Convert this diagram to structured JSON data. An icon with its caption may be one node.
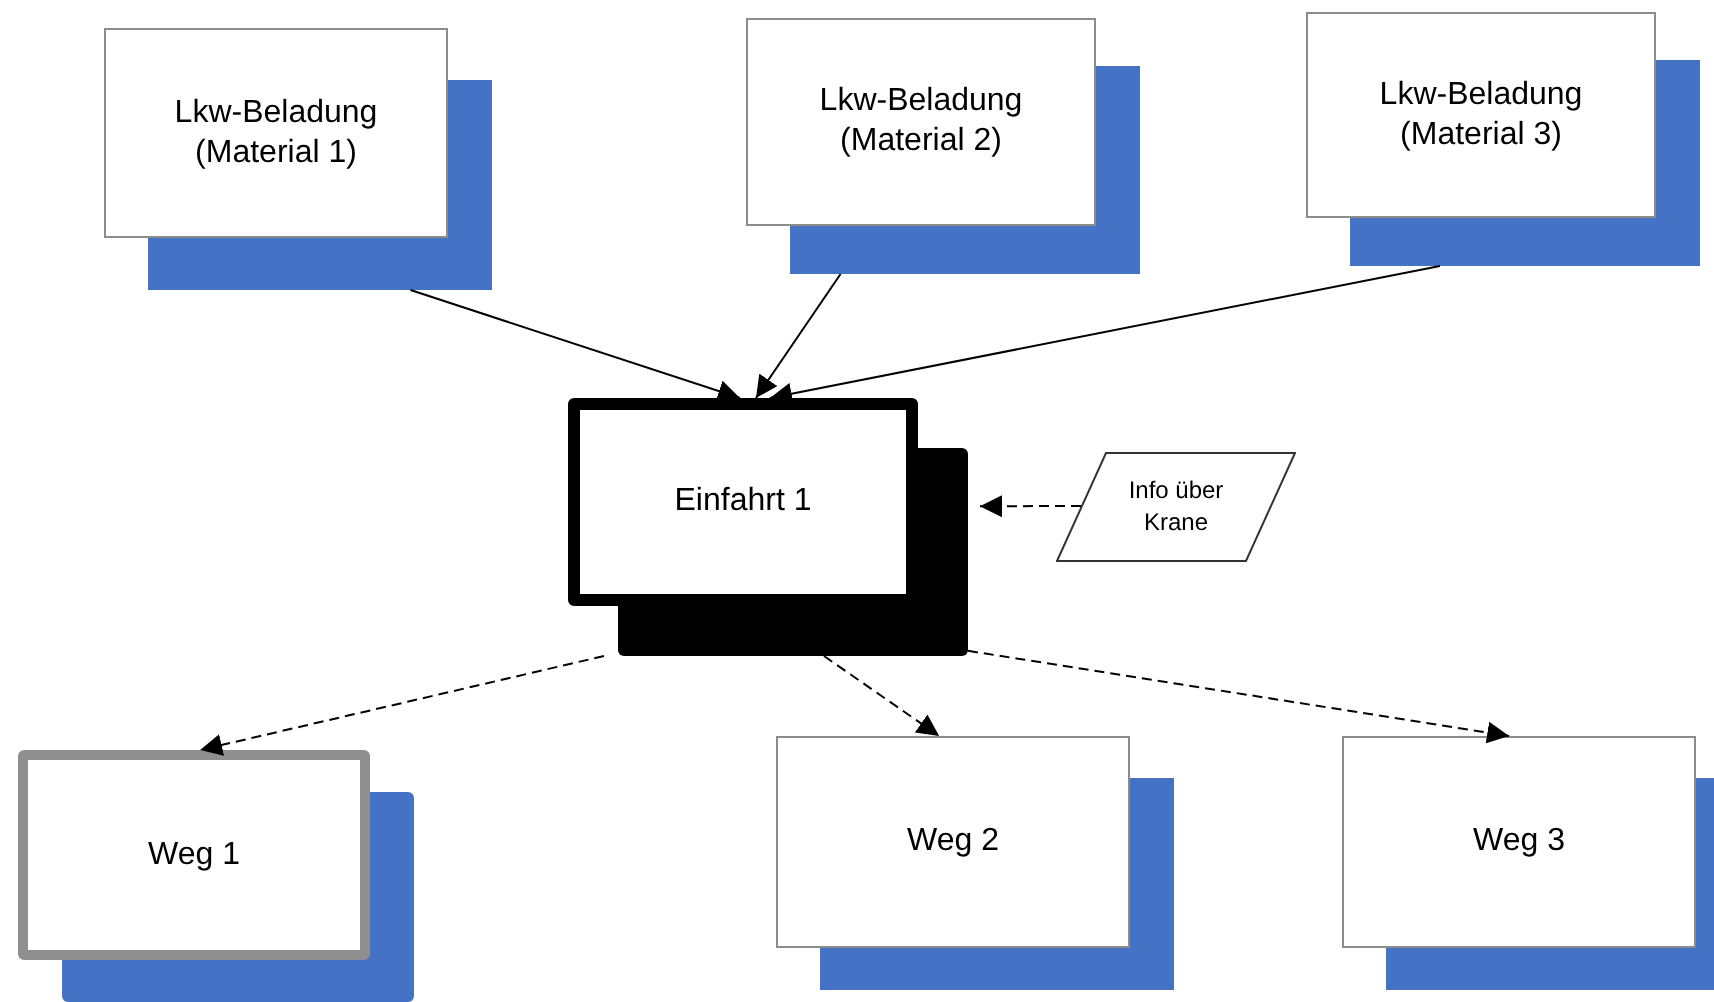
{
  "diagram": {
    "nodes": [
      {
        "text": [
          "Lkw-Beladung (Material 1)"
        ]
      },
      {
        "text": [
          "Lkw-Beladung (Material 2)"
        ]
      },
      {
        "text": [
          "Lkw-Beladung (Material 3)"
        ]
      },
      {
        "text": [
          "Einfahrt 1"
        ]
      },
      {
        "text": [
          "Info über Krane"
        ]
      },
      {
        "text": [
          "Weg 1"
        ]
      },
      {
        "text": [
          "Weg 2"
        ]
      },
      {
        "text": [
          "Weg 3"
        ]
      }
    ],
    "edges": [
      {
        "from": 0,
        "to": 3,
        "arrow": "to"
      },
      {
        "from": 1,
        "to": 3,
        "arrow": "to"
      },
      {
        "from": 2,
        "to": 3,
        "arrow": "to"
      },
      {
        "from": 4,
        "to": 3,
        "arrow": "to",
        "style": "dashed"
      },
      {
        "from": 3,
        "to": 5,
        "arrow": "to",
        "style": "dashed"
      },
      {
        "from": 3,
        "to": 6,
        "arrow": "to",
        "style": "dashed"
      },
      {
        "from": 3,
        "to": 7,
        "arrow": "to",
        "style": "dashed"
      }
    ]
  }
}
